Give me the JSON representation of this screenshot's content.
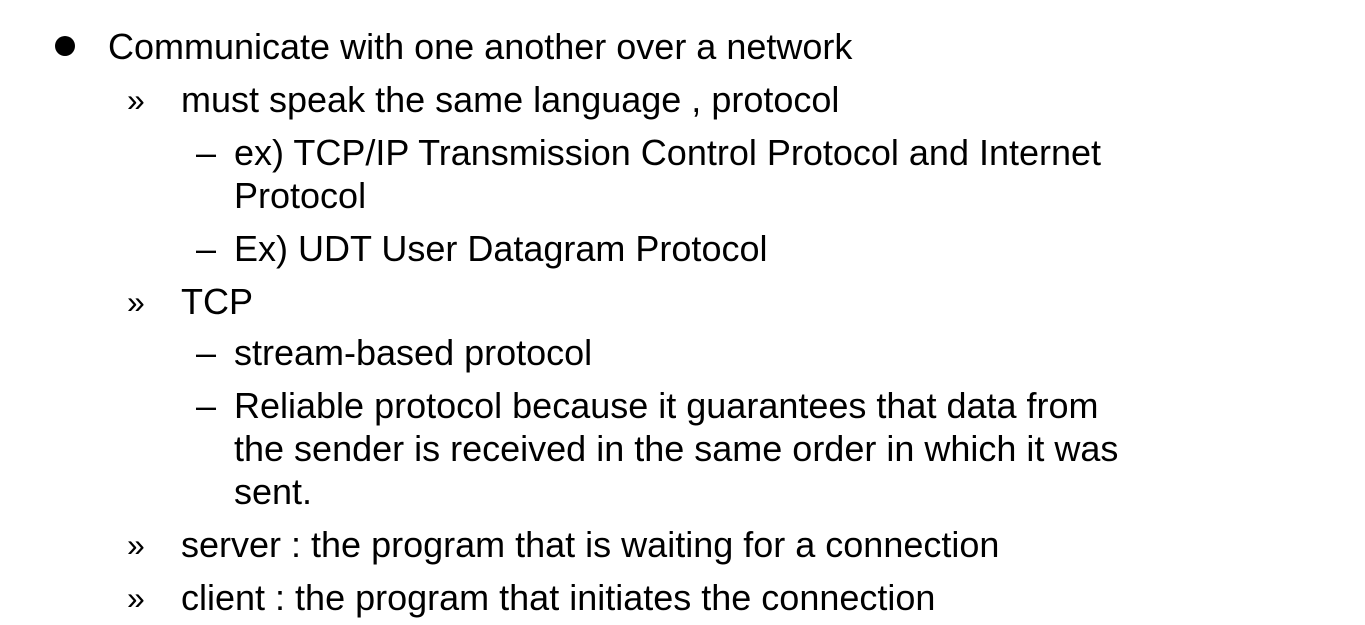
{
  "outline": {
    "level1": {
      "bullet": "●",
      "text": "Communicate with one another over a network"
    },
    "protocol": {
      "marker": "»",
      "text": "must speak the same language , protocol",
      "sub": [
        {
          "marker": "–",
          "lines": [
            "ex) TCP/IP Transmission Control Protocol and Internet",
            "Protocol"
          ]
        },
        {
          "marker": "–",
          "lines": [
            "Ex) UDT User Datagram Protocol"
          ]
        }
      ]
    },
    "tcp": {
      "marker": "»",
      "text": "TCP",
      "sub": [
        {
          "marker": "–",
          "lines": [
            "stream-based protocol"
          ]
        },
        {
          "marker": "–",
          "lines": [
            "Reliable protocol because it guarantees that data from",
            "the sender is received in the same order in which it was",
            "sent."
          ]
        }
      ]
    },
    "server": {
      "marker": "»",
      "text": "server : the program that is waiting for a connection"
    },
    "client": {
      "marker": "»",
      "text": "client : the program that initiates the connection"
    }
  }
}
